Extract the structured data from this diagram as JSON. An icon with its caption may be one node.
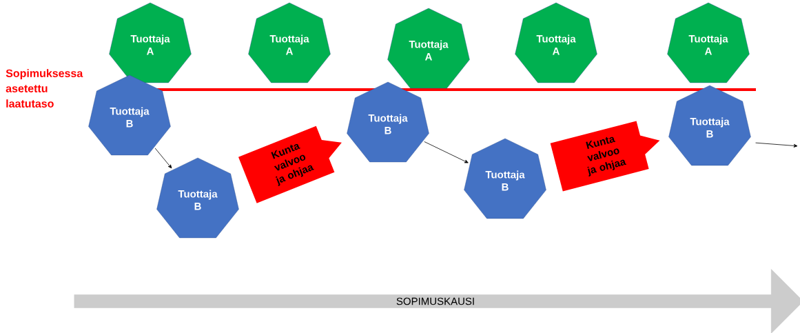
{
  "diagram": {
    "nodes": [
      {
        "text": [
          "Tuottaja A"
        ]
      },
      {
        "text": [
          "Tuottaja B"
        ]
      },
      {
        "text": [
          "Tuottaja B"
        ]
      },
      {
        "text": [
          "Tuottaja A"
        ]
      },
      {
        "text": [
          "Tuottaja A"
        ]
      },
      {
        "text": [
          "Tuottaja B"
        ]
      },
      {
        "text": [
          "Tuottaja B"
        ]
      },
      {
        "text": [
          "Tuottaja A"
        ]
      },
      {
        "text": [
          "Tuottaja A"
        ]
      },
      {
        "text": [
          "Tuottaja B"
        ]
      },
      {
        "text": [
          "SOPIMUSKAUSI"
        ]
      }
    ],
    "edges": [
      {
        "from": 1,
        "to": 2,
        "arrow": "to"
      },
      {
        "from": 2,
        "to": 5,
        "arrow": "to",
        "label": "Kunta valvoo ja ohjaa",
        "style": "thick",
        "color": "#ff0000"
      },
      {
        "from": 5,
        "to": 6,
        "arrow": "to"
      },
      {
        "from": 6,
        "to": 9,
        "arrow": "to",
        "label": "Kunta valvoo ja ohjaa",
        "style": "thick",
        "color": "#ff0000"
      },
      {
        "from": 9,
        "to": null,
        "arrow": "to"
      }
    ],
    "labels": [
      "Sopimuksessa asetettu laatutaso"
    ]
  }
}
